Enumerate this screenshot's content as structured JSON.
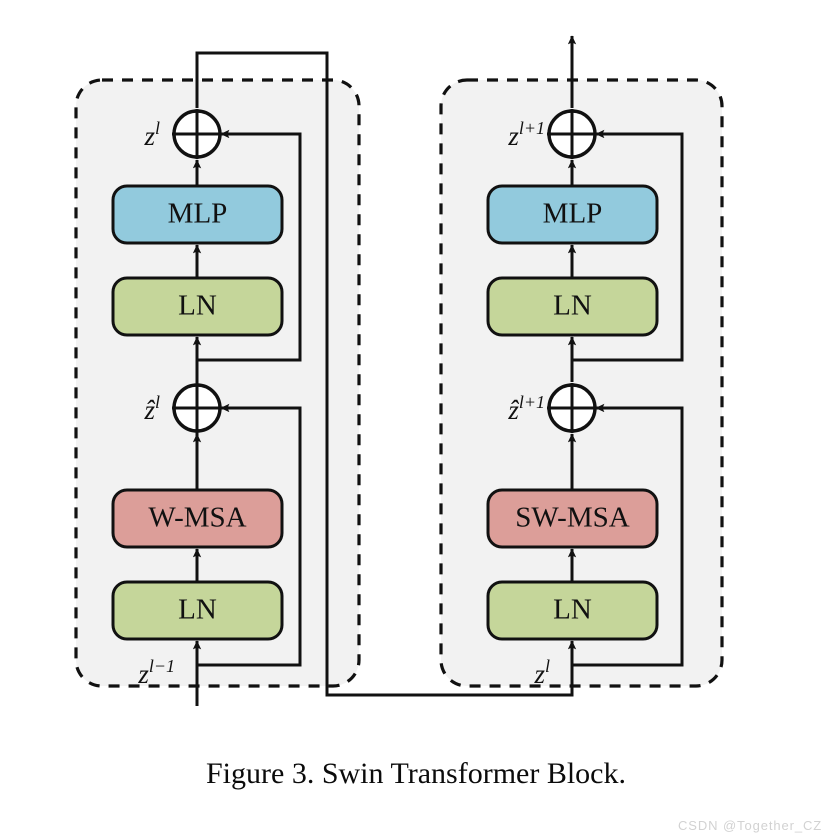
{
  "figure": {
    "caption": "Figure 3. Swin Transformer Block.",
    "watermark": "CSDN @Together_CZ"
  },
  "colors": {
    "mlp_fill": "#92cadd",
    "ln_fill": "#c5d69a",
    "msa_fill": "#dc9e99",
    "block_fill": "#f2f2f2",
    "block_border": "#111111",
    "stroke": "#111111",
    "adder_fill": "#ffffff",
    "caption_color": "#0b0b0b",
    "watermark_color": "#d2d2d2"
  },
  "blocks": [
    {
      "id": "left-block",
      "name": "W-MSA block",
      "input_label": "z",
      "input_sup": "l−1",
      "attention_label": "W-MSA",
      "norm1_label": "LN",
      "norm2_label": "LN",
      "mlp_label": "MLP",
      "mid_label": "ẑ",
      "mid_sup": "l",
      "out_label": "z",
      "out_sup": "l"
    },
    {
      "id": "right-block",
      "name": "SW-MSA block",
      "input_label": "z",
      "input_sup": "l",
      "attention_label": "SW-MSA",
      "norm1_label": "LN",
      "norm2_label": "LN",
      "mlp_label": "MLP",
      "mid_label": "ẑ",
      "mid_sup": "l+1",
      "out_label": "z",
      "out_sup": "l+1"
    }
  ],
  "adders": [
    {
      "id": "left-adder-attn",
      "symbol": "⊕"
    },
    {
      "id": "left-adder-mlp",
      "symbol": "⊕"
    },
    {
      "id": "right-adder-attn",
      "symbol": "⊕"
    },
    {
      "id": "right-adder-mlp",
      "symbol": "⊕"
    }
  ],
  "chart_data": {
    "type": "diagram",
    "title": "Figure 3. Swin Transformer Block.",
    "description": "Two successive Swin Transformer blocks shown as dashed rounded containers. Each block contains, bottom to top: LN, attention (W-MSA then SW-MSA), residual add, LN, MLP, residual add.",
    "nodes": [
      {
        "id": "l-ln1",
        "label": "LN",
        "block": "left",
        "fill": "#c5d69a",
        "order": 1
      },
      {
        "id": "l-wmsa",
        "label": "W-MSA",
        "block": "left",
        "fill": "#dc9e99",
        "order": 2
      },
      {
        "id": "l-add1",
        "label": "⊕",
        "block": "left",
        "fill": "#ffffff",
        "order": 3
      },
      {
        "id": "l-ln2",
        "label": "LN",
        "block": "left",
        "fill": "#c5d69a",
        "order": 4
      },
      {
        "id": "l-mlp",
        "label": "MLP",
        "block": "left",
        "fill": "#92cadd",
        "order": 5
      },
      {
        "id": "l-add2",
        "label": "⊕",
        "block": "left",
        "fill": "#ffffff",
        "order": 6
      },
      {
        "id": "r-ln1",
        "label": "LN",
        "block": "right",
        "fill": "#c5d69a",
        "order": 1
      },
      {
        "id": "r-swmsa",
        "label": "SW-MSA",
        "block": "right",
        "fill": "#dc9e99",
        "order": 2
      },
      {
        "id": "r-add1",
        "label": "⊕",
        "block": "right",
        "fill": "#ffffff",
        "order": 3
      },
      {
        "id": "r-ln2",
        "label": "LN",
        "block": "right",
        "fill": "#c5d69a",
        "order": 4
      },
      {
        "id": "r-mlp",
        "label": "MLP",
        "block": "right",
        "fill": "#92cadd",
        "order": 5
      },
      {
        "id": "r-add2",
        "label": "⊕",
        "block": "right",
        "fill": "#ffffff",
        "order": 6
      }
    ],
    "signal_labels": [
      "z^{l−1}",
      "ẑ^{l}",
      "z^{l}",
      "ẑ^{l+1}",
      "z^{l+1}"
    ],
    "edges": [
      {
        "from": "input",
        "to": "l-ln1"
      },
      {
        "from": "l-ln1",
        "to": "l-wmsa"
      },
      {
        "from": "l-wmsa",
        "to": "l-add1"
      },
      {
        "from": "input",
        "to": "l-add1",
        "type": "residual"
      },
      {
        "from": "l-add1",
        "to": "l-ln2"
      },
      {
        "from": "l-ln2",
        "to": "l-mlp"
      },
      {
        "from": "l-mlp",
        "to": "l-add2"
      },
      {
        "from": "l-add1",
        "to": "l-add2",
        "type": "residual"
      },
      {
        "from": "l-add2",
        "to": "r-ln1",
        "type": "inter-block"
      },
      {
        "from": "r-ln1",
        "to": "r-swmsa"
      },
      {
        "from": "r-swmsa",
        "to": "r-add1"
      },
      {
        "from": "r-input",
        "to": "r-add1",
        "type": "residual"
      },
      {
        "from": "r-add1",
        "to": "r-ln2"
      },
      {
        "from": "r-ln2",
        "to": "r-mlp"
      },
      {
        "from": "r-mlp",
        "to": "r-add2"
      },
      {
        "from": "r-add1",
        "to": "r-add2",
        "type": "residual"
      },
      {
        "from": "r-add2",
        "to": "output"
      }
    ]
  }
}
